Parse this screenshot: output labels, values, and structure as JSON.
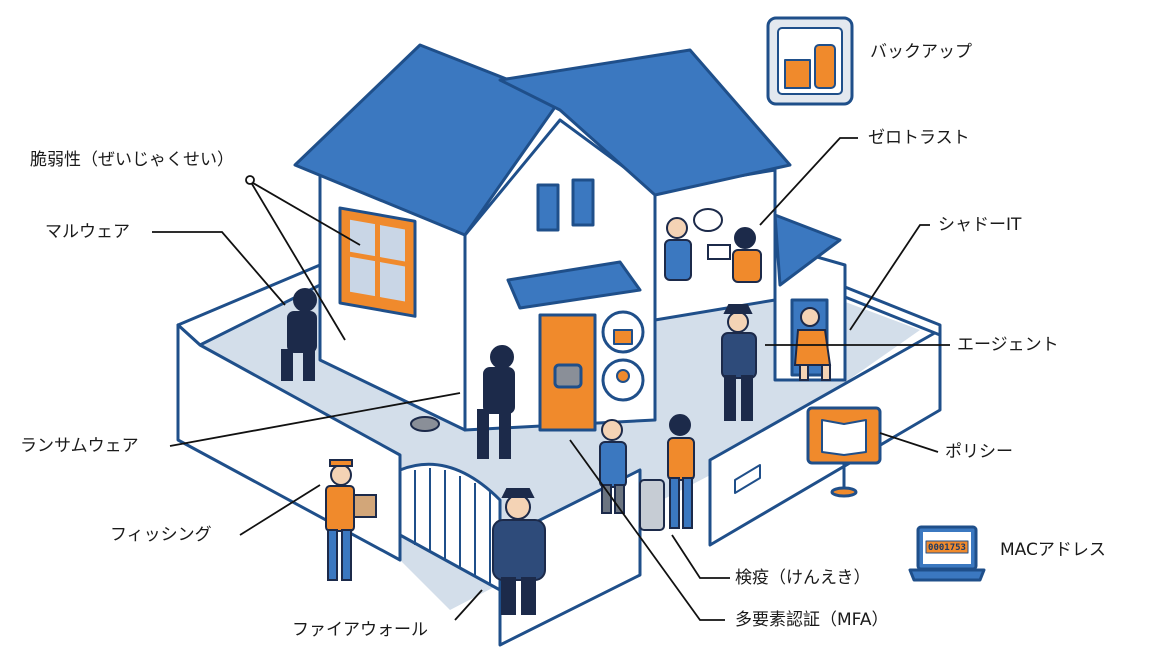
{
  "labels": {
    "backup": "バックアップ",
    "zero_trust": "ゼロトラスト",
    "shadow_it": "シャドーIT",
    "agent": "エージェント",
    "policy": "ポリシー",
    "mac_address": "MACアドレス",
    "quarantine": "検疫（けんえき）",
    "mfa": "多要素認証（MFA）",
    "firewall": "ファイアウォール",
    "phishing": "フィッシング",
    "ransomware": "ランサムウェア",
    "malware": "マルウェア",
    "vulnerability": "脆弱性（ぜいじゃくせい）"
  },
  "laptop_screen_text": "0001753",
  "colors": {
    "roof": "#3b78c0",
    "outline": "#1f4f8a",
    "accent": "#f08a2c",
    "dark": "#1c2a4a",
    "wall": "#ffffff",
    "yard": "#c9d6e6"
  }
}
